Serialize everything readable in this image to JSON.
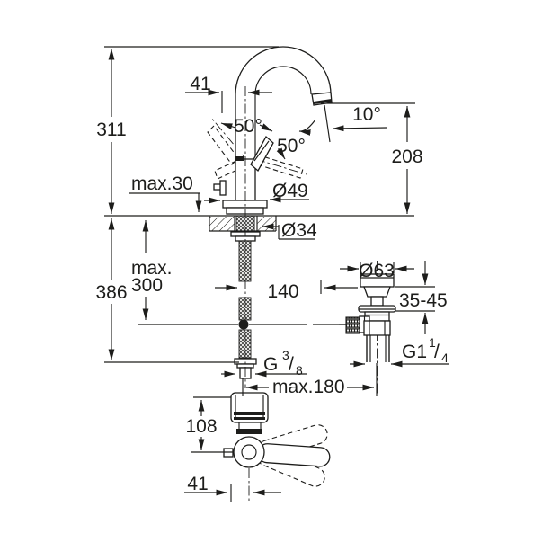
{
  "page": {
    "background": "#ffffff",
    "ink": "#1d1d1b"
  },
  "labels": {
    "dim_311": "311",
    "dim_41_top": "41",
    "angle_50_left": "50°",
    "angle_50_right": "50°",
    "angle_10": "10°",
    "dim_208": "208",
    "max_30": "max.30",
    "dia_49": "Ø49",
    "dia_34": "Ø34",
    "dim_386": "386",
    "max_300_line1": "max.",
    "max_300_line2": "300",
    "dim_140": "140",
    "dia_63": "Ø63",
    "range_35_45": "35-45",
    "max_180": "max.180",
    "dim_108": "108",
    "dim_41_bottom": "41",
    "thread_g38": {
      "base": "G",
      "numerator": "3",
      "slash": "/",
      "denominator": "8"
    },
    "thread_g114": {
      "base": "G1",
      "numerator": "1",
      "slash": "/",
      "denominator": "4"
    }
  }
}
